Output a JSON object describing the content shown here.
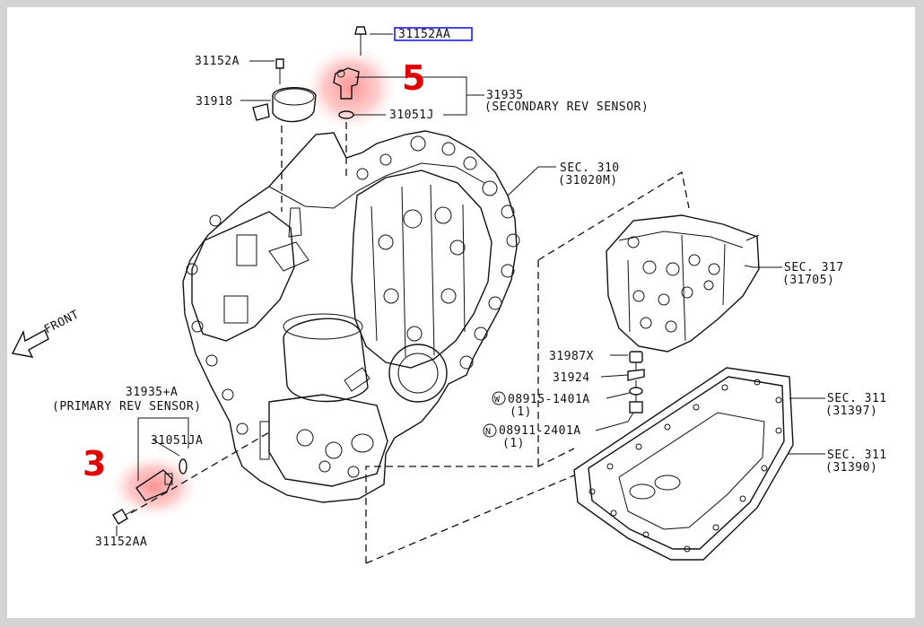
{
  "callouts": {
    "secondary": "5",
    "primary": "3"
  },
  "labels": {
    "bolt_top_highlight": "31152AA",
    "bolt_31152A": "31152A",
    "cover_31918": "31918",
    "sensor_31935": "31935",
    "sensor_31935_desc": "(SECONDARY REV SENSOR)",
    "oring_31051J": "31051J",
    "sec310": "SEC. 310",
    "sec310_ref": "(31020M)",
    "sec317": "SEC. 317",
    "sec317_ref": "(31705)",
    "part_31987X": "31987X",
    "part_31924": "31924",
    "washer_marker": "W",
    "part_08915": "08915-1401A",
    "part_08915_qty": "(1)",
    "nut_marker": "N",
    "part_08911": "08911-2401A",
    "part_08911_qty": "(1)",
    "sec311_a": "SEC. 311",
    "sec311_a_ref": "(31397)",
    "sec311_b": "SEC. 311",
    "sec311_b_ref": "(31390)",
    "front": "FRONT",
    "sensor_31935A": "31935+A",
    "sensor_31935A_desc": "(PRIMARY REV SENSOR)",
    "oring_31051JA": "31051JA",
    "bolt_bottom": "31152AA"
  },
  "colors": {
    "highlight_box": "#1a1aff",
    "callout": "#e00000",
    "glow": "#ff3b3b"
  }
}
